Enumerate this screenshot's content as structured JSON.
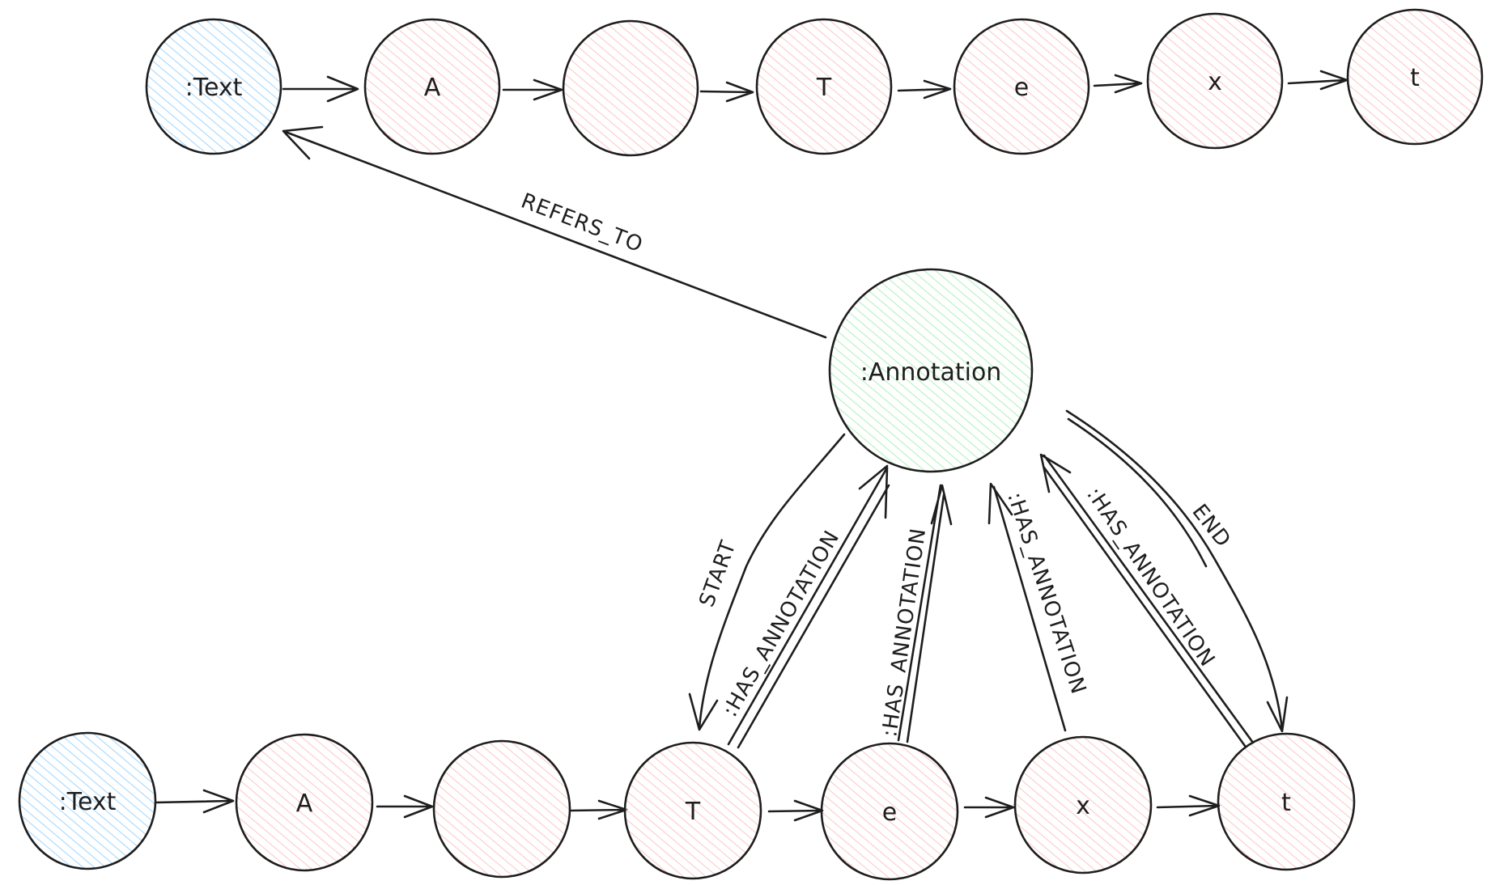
{
  "colors": {
    "text_node": "#a5d8ff",
    "char_node": "#ffc9c9",
    "annotation_node": "#b2f2bb",
    "stroke": "#1e1e1e",
    "background": "#ffffff"
  },
  "top_chain": {
    "text_node": ":Text",
    "chars": [
      "A",
      "",
      "T",
      "e",
      "x",
      "t"
    ]
  },
  "bottom_chain": {
    "text_node": ":Text",
    "chars": [
      "A",
      "",
      "T",
      "e",
      "x",
      "t"
    ]
  },
  "annotation": {
    "label": ":Annotation"
  },
  "edges": {
    "refers_to": "REFERS_TO",
    "start": "START",
    "end": "END",
    "has_annotation": [
      ":HAS_ANNOTATION",
      ":HAS_ANNOTATION",
      ":HAS_ANNOTATION",
      ":HAS_ANNOTATION"
    ]
  }
}
